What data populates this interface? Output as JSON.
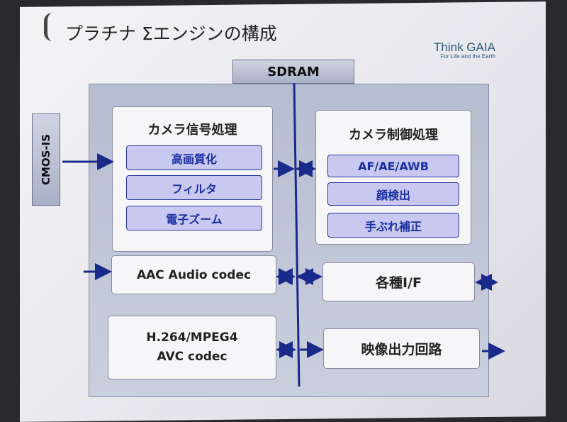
{
  "title": "プラチナ Σエンジンの構成",
  "logo": {
    "main": "Think GAIA",
    "tagline": "For Life and the Earth"
  },
  "sdram": "SDRAM",
  "cmos": "CMOS-IS",
  "camera_signal": {
    "title": "カメラ信号処理",
    "items": [
      "高画質化",
      "フィルタ",
      "電子ズーム"
    ]
  },
  "camera_control": {
    "title": "カメラ制御処理",
    "items": [
      "AF/AE/AWB",
      "顔検出",
      "手ぶれ補正"
    ]
  },
  "audio": "AAC Audio codec",
  "interfaces": "各種I/F",
  "video_codec": "H.264/MPEG4 AVC codec",
  "video_out": "映像出力回路",
  "colors": {
    "accent": "#1a2fa0",
    "bus": "#1a2a8a"
  }
}
